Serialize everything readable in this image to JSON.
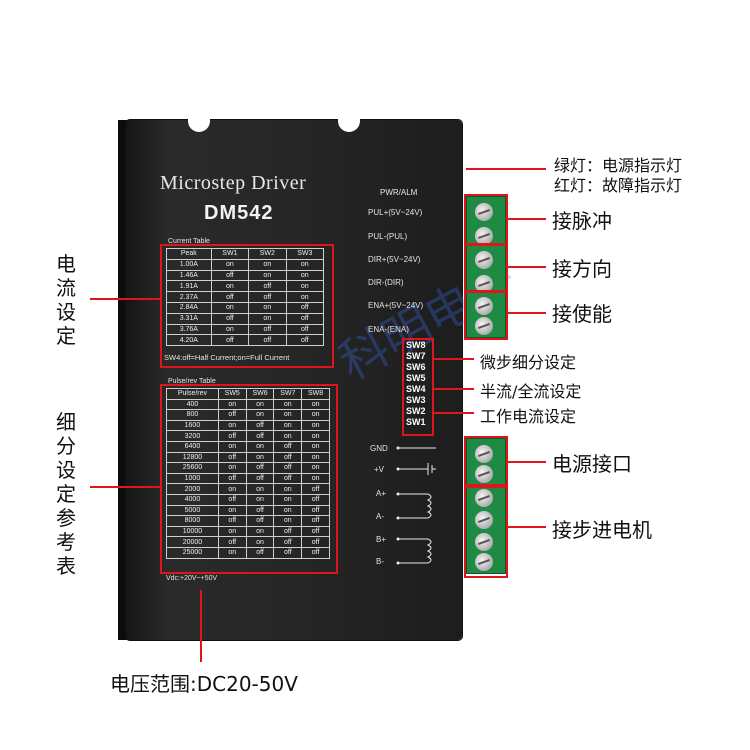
{
  "device": {
    "title": "Microstep Driver",
    "model": "DM542",
    "pwr_alm": "PWR/ALM"
  },
  "current_table": {
    "caption": "Current Table",
    "headers": [
      "Peak",
      "SW1",
      "SW2",
      "SW3"
    ],
    "rows": [
      [
        "1.00A",
        "on",
        "on",
        "on"
      ],
      [
        "1.46A",
        "off",
        "on",
        "on"
      ],
      [
        "1.91A",
        "on",
        "off",
        "on"
      ],
      [
        "2.37A",
        "off",
        "off",
        "on"
      ],
      [
        "2.84A",
        "on",
        "on",
        "off"
      ],
      [
        "3.31A",
        "off",
        "on",
        "off"
      ],
      [
        "3.76A",
        "on",
        "off",
        "off"
      ],
      [
        "4.20A",
        "off",
        "off",
        "off"
      ]
    ],
    "note": "SW4:off=Half Current;on=Full Current"
  },
  "pulse_table": {
    "caption": "Pulse/rev Table",
    "headers": [
      "Pulse/rev",
      "SW5",
      "SW6",
      "SW7",
      "SW8"
    ],
    "rows": [
      [
        "400",
        "on",
        "on",
        "on",
        "on"
      ],
      [
        "800",
        "off",
        "on",
        "on",
        "on"
      ],
      [
        "1600",
        "on",
        "off",
        "on",
        "on"
      ],
      [
        "3200",
        "off",
        "off",
        "on",
        "on"
      ],
      [
        "6400",
        "on",
        "on",
        "off",
        "on"
      ],
      [
        "12800",
        "off",
        "on",
        "off",
        "on"
      ],
      [
        "25600",
        "on",
        "off",
        "off",
        "on"
      ],
      [
        "1000",
        "off",
        "off",
        "off",
        "on"
      ],
      [
        "2000",
        "on",
        "on",
        "on",
        "off"
      ],
      [
        "4000",
        "off",
        "on",
        "on",
        "off"
      ],
      [
        "5000",
        "on",
        "off",
        "on",
        "off"
      ],
      [
        "8000",
        "off",
        "off",
        "on",
        "off"
      ],
      [
        "10000",
        "on",
        "on",
        "off",
        "off"
      ],
      [
        "20000",
        "off",
        "on",
        "off",
        "off"
      ],
      [
        "25000",
        "on",
        "off",
        "off",
        "off"
      ]
    ],
    "voltage": "Vdc:+20V~+50V"
  },
  "terminals": {
    "pul_plus": "PUL+(5V~24V)",
    "pul_minus": "PUL-(PUL)",
    "dir_plus": "DIR+(5V~24V)",
    "dir_minus": "DIR-(DIR)",
    "ena_plus": "ENA+(5V~24V)",
    "ena_minus": "ENA-(ENA)",
    "gnd": "GND",
    "vplus": "+V",
    "a_plus": "A+",
    "a_minus": "A-",
    "b_plus": "B+",
    "b_minus": "B-"
  },
  "dip_switches": [
    "SW8",
    "SW7",
    "SW6",
    "SW5",
    "SW4",
    "SW3",
    "SW2",
    "SW1"
  ],
  "annotations": {
    "green_led": "绿灯：电源指示灯",
    "red_led": "红灯：故障指示灯",
    "pulse": "接脉冲",
    "direction": "接方向",
    "enable": "接使能",
    "microstep": "微步细分设定",
    "half_full": "半流/全流设定",
    "work_current": "工作电流设定",
    "power_port": "电源接口",
    "motor": "接步进电机",
    "current_setting": [
      "电",
      "流",
      "设",
      "定"
    ],
    "microstep_ref": [
      "细",
      "分",
      "设",
      "定",
      "参",
      "考",
      "表"
    ],
    "voltage_range": "电压范围:DC20-50V"
  },
  "watermark": "科明电子",
  "colors": {
    "accent_red": "#e0141c",
    "terminal_green": "#1f8a43",
    "device_black": "#262626"
  }
}
